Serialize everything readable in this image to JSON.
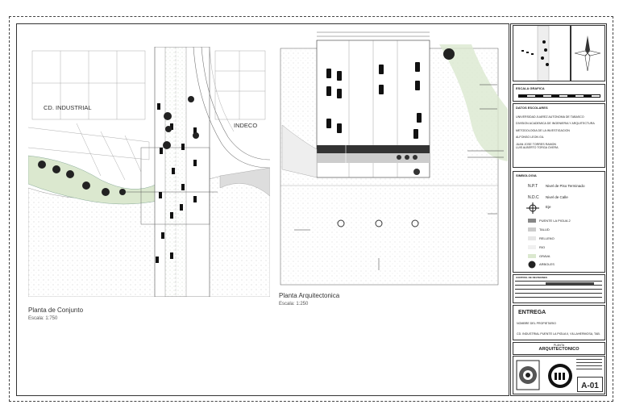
{
  "site_plan": {
    "label_industrial": "CD. INDUSTRIAL",
    "label_indeco": "INDECO",
    "title": "Planta de Conjunto",
    "scale": "Escala: 1:750"
  },
  "arch_plan": {
    "title": "Planta Arquitectonica",
    "scale": "Escala: 1:250"
  },
  "title_block": {
    "scale_header": "ESCALA GRAFICA",
    "data_header": "DATOS ESCOLARES",
    "data_lines": [
      "UNIVERSIDAD JUAREZ AUTONOMA DE TABASCO",
      "DIVISION ACADEMICA DE INGENIERIA Y ARQUITECTURA",
      "METODOLOGIA DE LA INVESTIGACION",
      "ALFONSO LEON GIL",
      "JUAN JOSE TORRES RAMON",
      "LUIS ALBERTO TORGA OVERA"
    ],
    "symbology_header": "SIMBOLOGIA",
    "npt_code": "N.P.T",
    "npt_text": "Nivel de Piso Terminado",
    "ndc_code": "N.D.C",
    "ndc_text": "Nivel de Calle",
    "eje_text": "Eje",
    "legend": [
      "PUENTE LA PIGUA 2",
      "TALUD",
      "RELLENO",
      "RIO",
      "GRAVA",
      "ARBOLES"
    ],
    "revisions_header": "CONTROL DE REVISIONES",
    "delivery_label": "ENTREGA",
    "owner_line": "NOMBRE DEL PROPIETARIO",
    "location_line": "CD. INDUSTRIAL PUENTE LA PIGUA II, VILLAHERMOSA, TAB.",
    "plan_type_line1": "PLANTA",
    "plan_type_line2": "ARQUITECTONICO",
    "sheet_code": "A-01"
  },
  "colors": {
    "green_bank": "#dbe8cf",
    "speckle": "#c9c9c9",
    "line": "#333333"
  }
}
